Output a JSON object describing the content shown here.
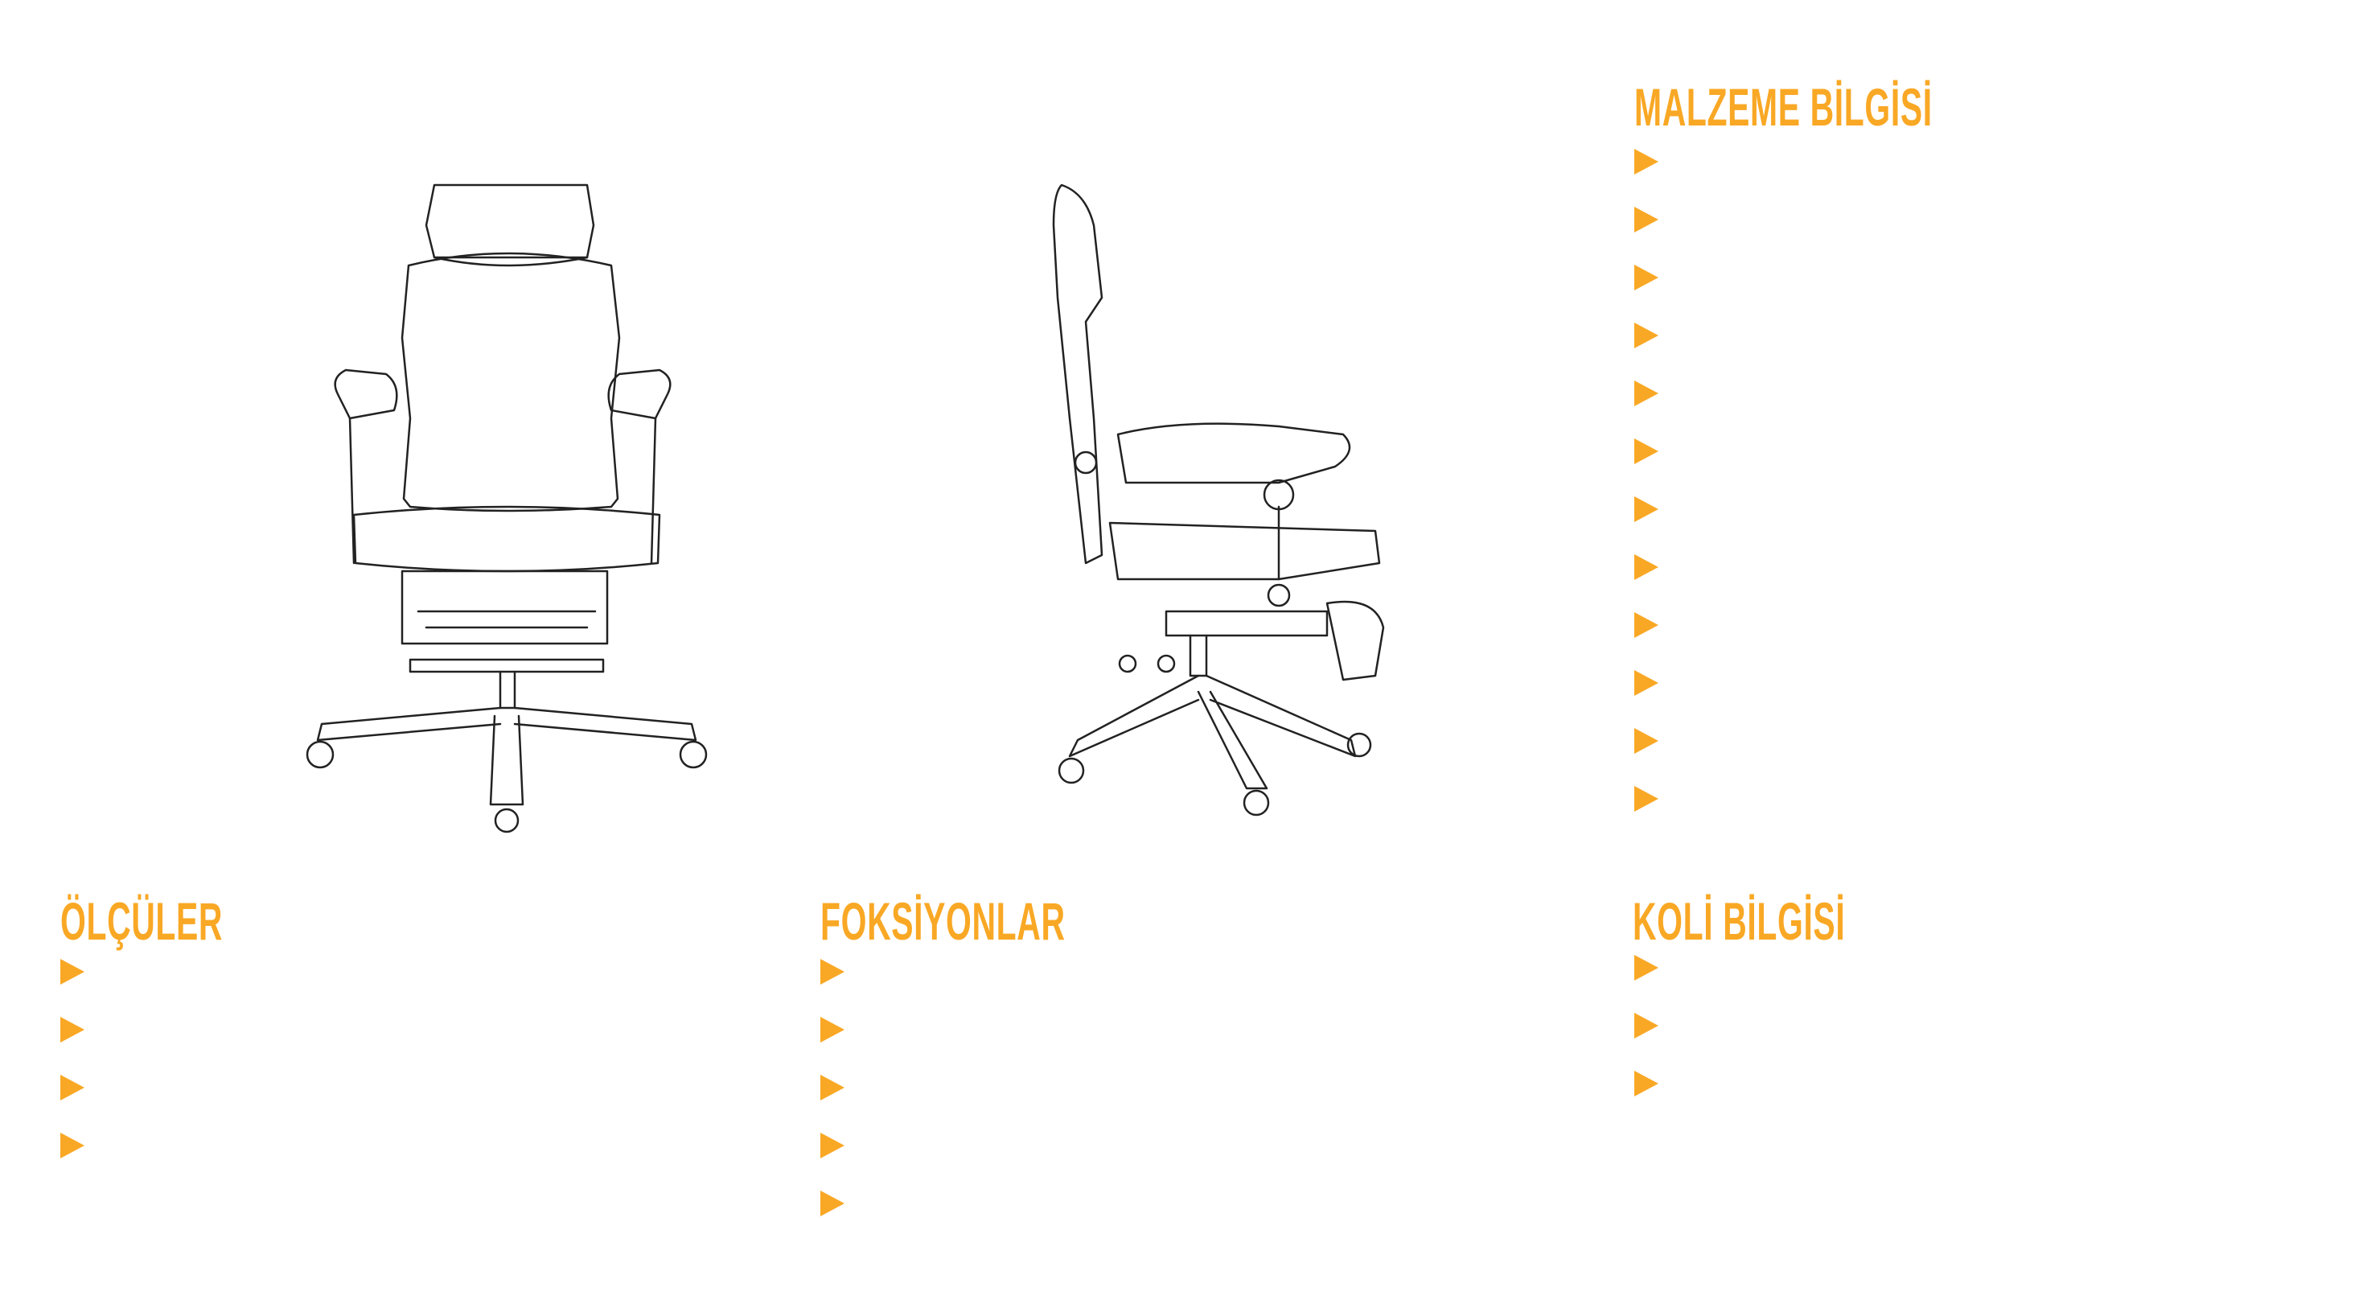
{
  "sections": {
    "material": {
      "title": "MALZEME BİLGİSİ",
      "items": [
        "",
        "",
        "",
        "",
        "",
        "",
        "",
        "",
        "",
        "",
        "",
        ""
      ]
    },
    "dimensions": {
      "title": "ÖLÇÜLER",
      "items": [
        "",
        "",
        "",
        ""
      ]
    },
    "functions": {
      "title": "FOKSİYONLAR",
      "items": [
        "",
        "",
        "",
        "",
        ""
      ]
    },
    "package": {
      "title": "KOLİ BİLGİSİ",
      "items": [
        "",
        "",
        ""
      ]
    }
  },
  "colors": {
    "accent": "#f9a825",
    "background": "#ffffff"
  },
  "images": {
    "front": "chair-front-view",
    "side": "chair-side-view"
  }
}
